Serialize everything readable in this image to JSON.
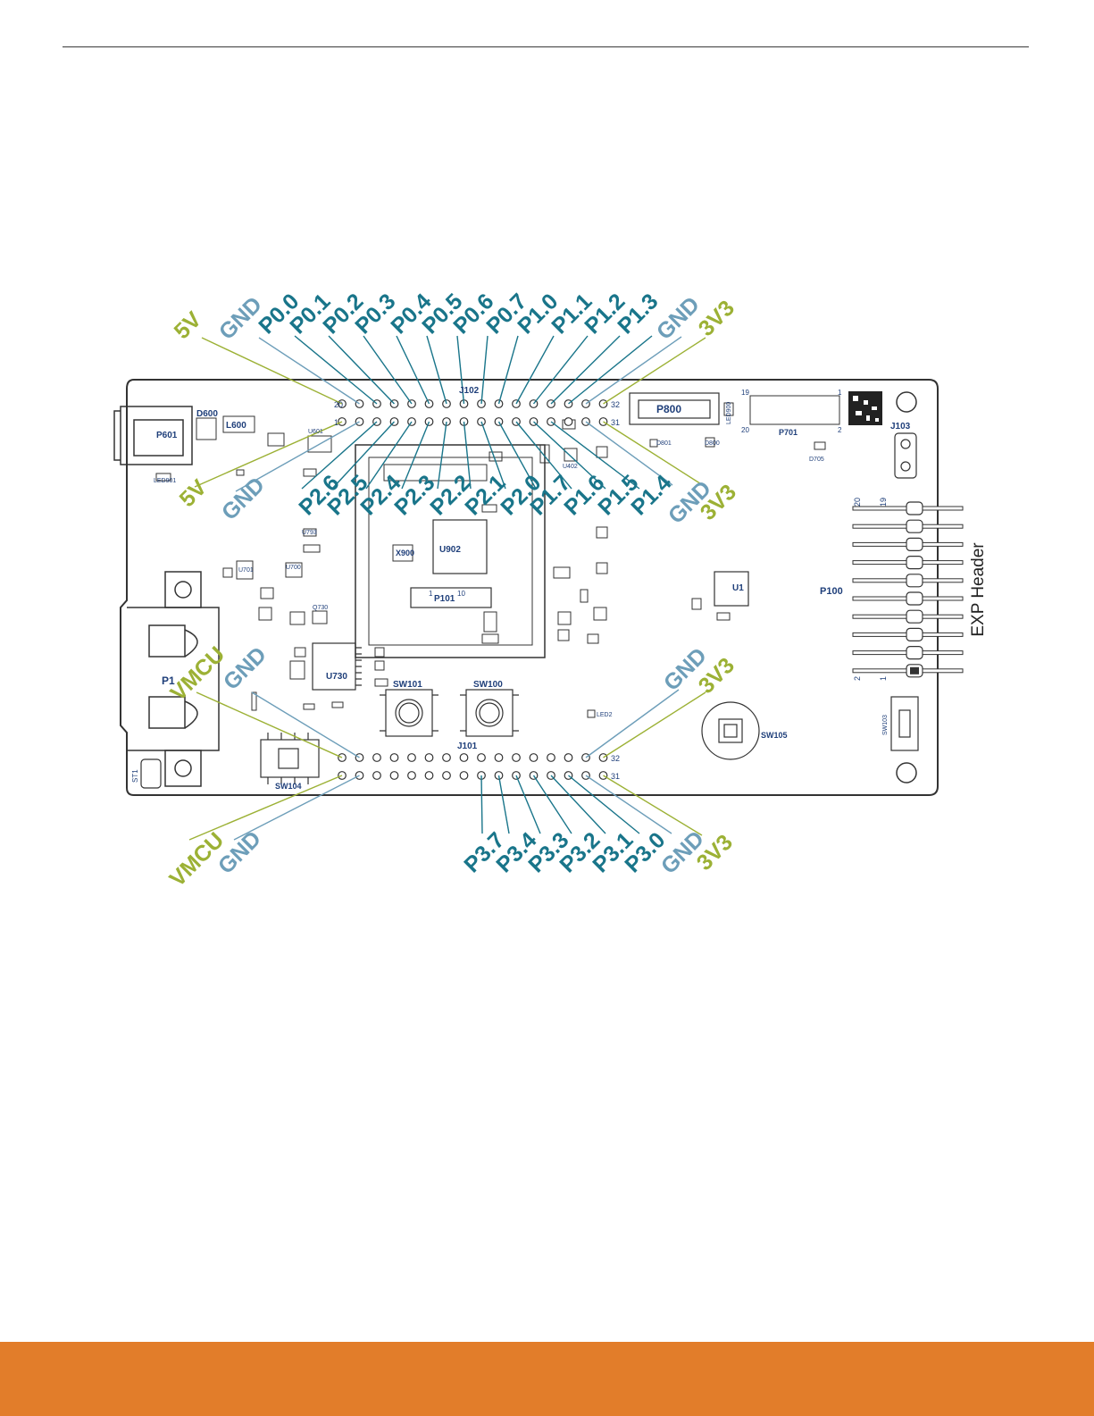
{
  "colors": {
    "pin_blue": "#19758a",
    "gnd_blue": "#6d9eb9",
    "power_green": "#9cb135",
    "footer": "#e27d2a",
    "board_outline": "#333333",
    "silkscreen": "#1f3f7a"
  },
  "headers": {
    "j102": {
      "designator": "J102",
      "pin_top_left": "20",
      "pin_bottom_left": "1",
      "pin_top_right": "32",
      "pin_bottom_right": "31",
      "top_labels": [
        "5V",
        "GND",
        "P0.0",
        "P0.1",
        "P0.2",
        "P0.3",
        "P0.4",
        "P0.5",
        "P0.6",
        "P0.7",
        "P1.0",
        "P1.1",
        "P1.2",
        "P1.3",
        "GND",
        "3V3"
      ],
      "bottom_labels": [
        "5V",
        "GND",
        "P2.6",
        "P2.5",
        "P2.4",
        "P2.3",
        "P2.2",
        "P2.1",
        "P2.0",
        "P1.7",
        "P1.6",
        "P1.5",
        "P1.4",
        "GND",
        "3V3"
      ]
    },
    "j101": {
      "designator": "J101",
      "pin_top_right": "32",
      "pin_bottom_right": "31",
      "top_labels": [
        "VMCU",
        "GND",
        "GND",
        "3V3"
      ],
      "bottom_labels": [
        "VMCU",
        "GND",
        "P3.7",
        "P3.4",
        "P3.3",
        "P3.2",
        "P3.1",
        "P3.0",
        "GND",
        "3V3"
      ]
    }
  },
  "exp_header": {
    "title": "EXP Header",
    "designator": "P100",
    "pin_top_a": "20",
    "pin_top_b": "19",
    "pin_bottom_a": "2",
    "pin_bottom_b": "1"
  },
  "components": {
    "labels": [
      "D600",
      "L600",
      "P601",
      "LED901",
      "U601",
      "P800",
      "LED900",
      "P701",
      "J103",
      "D801",
      "D800",
      "D705",
      "U902",
      "X900",
      "P101",
      "U1",
      "U730",
      "SW101",
      "SW100",
      "LED2",
      "SW105",
      "SW103",
      "SW104",
      "ST1",
      "U402",
      "P1",
      "U793",
      "U700",
      "U701",
      "Q730"
    ],
    "p701_pins": [
      "19",
      "1",
      "20",
      "2"
    ],
    "p101_pins": [
      "1",
      "10"
    ]
  }
}
